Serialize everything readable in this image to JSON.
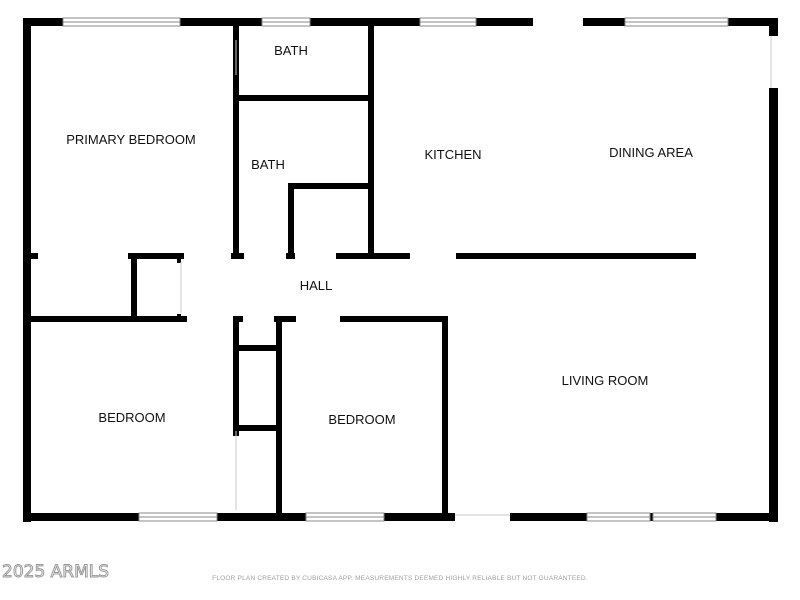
{
  "rooms": {
    "bath_upper": "BATH",
    "primary_bedroom": "PRIMARY BEDROOM",
    "bath_lower": "BATH",
    "kitchen": "KITCHEN",
    "dining_area": "DINING AREA",
    "hall": "HALL",
    "living_room": "LIVING ROOM",
    "bedroom_left": "BEDROOM",
    "bedroom_center": "BEDROOM"
  },
  "watermark": "2025 ARMLS",
  "disclaimer": "FLOOR PLAN CREATED BY CUBICASA APP. MEASUREMENTS DEEMED HIGHLY RELIABLE BUT NOT GUARANTEED."
}
